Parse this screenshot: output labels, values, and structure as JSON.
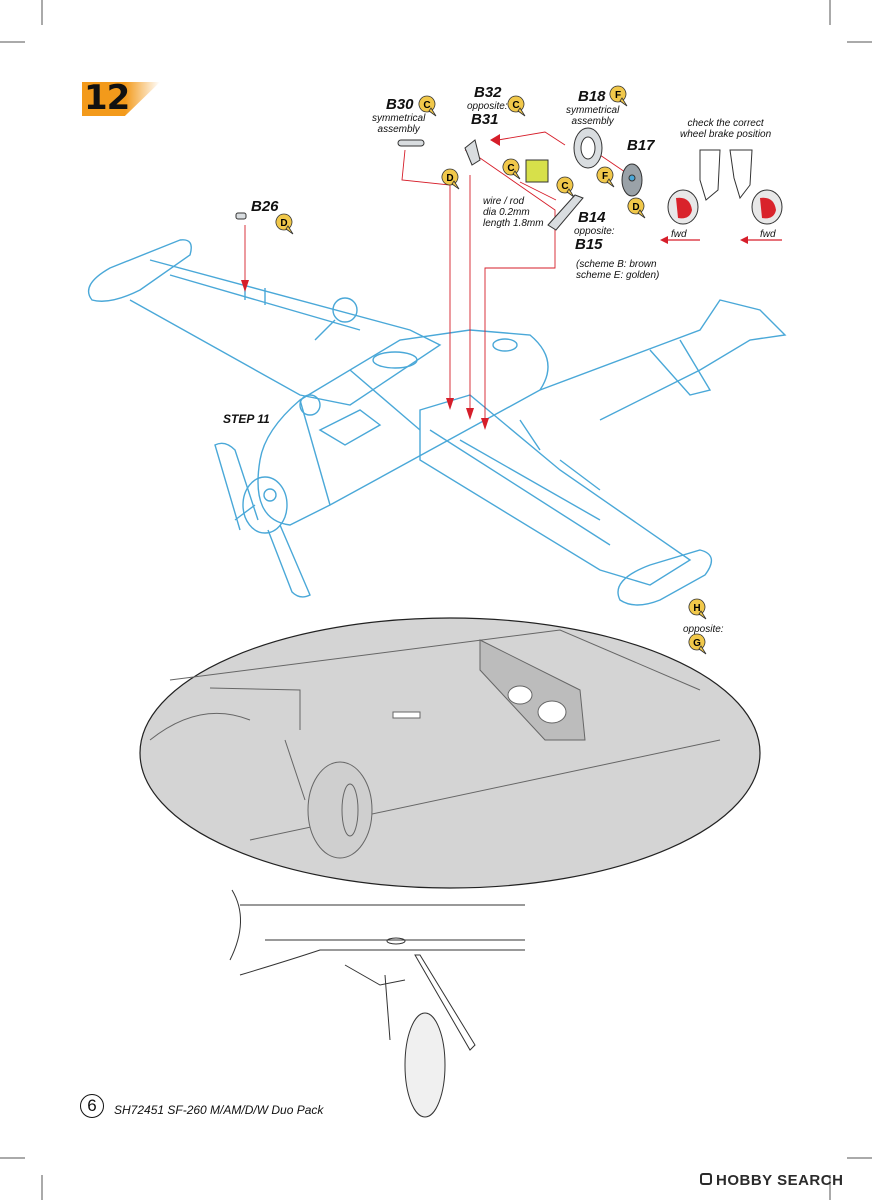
{
  "step": {
    "number": "12",
    "previous_step_label": "STEP 11"
  },
  "colors": {
    "accent": "#f39a1b",
    "line_art": "#4aa8d8",
    "arrow": "#d61e2a",
    "marker_fill": "#f1c84a",
    "wheel_red": "#d9232b"
  },
  "parts": {
    "b30": {
      "label": "B30",
      "note": "symmetrical\nassembly",
      "marker": "C"
    },
    "b32": {
      "label": "B32",
      "opposite": "opposite:",
      "marker": "C"
    },
    "b31": {
      "label": "B31"
    },
    "b18": {
      "label": "B18",
      "note": "symmetrical\nassembly",
      "marker": "F"
    },
    "b17": {
      "label": "B17",
      "marker_a": "F",
      "marker_b": "D"
    },
    "b26": {
      "label": "B26",
      "marker": "D"
    },
    "b14": {
      "label": "B14",
      "opposite": "opposite:",
      "marker": "C"
    },
    "b15": {
      "label": "B15",
      "scheme_note": "(scheme B: brown\nscheme E: golden)"
    },
    "wire": {
      "note": "wire / rod\ndia 0.2mm\nlength 1.8mm",
      "marker": "C"
    },
    "strut_marker": "D",
    "wingtip": {
      "marker_top": "H",
      "opposite": "opposite:",
      "marker_bottom": "G"
    }
  },
  "brake_check": {
    "title": "check the correct\nwheel brake position",
    "left_label": "fwd",
    "right_label": "fwd"
  },
  "footer": {
    "page_number": "6",
    "title": "SH72451 SF-260 M/AM/D/W Duo Pack"
  },
  "watermark": {
    "text": "HOBBY SEARCH"
  }
}
